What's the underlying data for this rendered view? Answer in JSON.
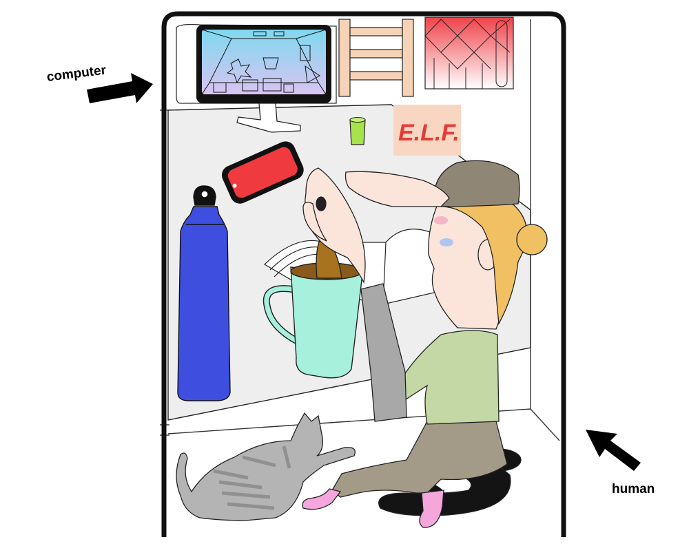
{
  "annotations": {
    "computer_label": "computer",
    "human_label": "human"
  },
  "wall_sign": {
    "text": "E.L.F."
  },
  "colors": {
    "frame": "#111111",
    "floor": "#eeeeee",
    "monitor_screen_top": "#7fd8ef",
    "monitor_screen_bottom": "#d9c4f2",
    "ladder": "#f6d2b6",
    "red_panel": "#f0424a",
    "elf_sign_bg": "#f8d6c1",
    "elf_sign_text": "#e63a36",
    "phone_case": "#ef3a3f",
    "bottle": "#3e4fe0",
    "mug": "#a6f0dc",
    "coffee": "#8a5a1a",
    "cup_green": "#a7e34a",
    "shirt": "#c3d8a4",
    "pants": "#a39a88",
    "sleeve": "#a8a8a8",
    "hair": "#f0c063",
    "helmet": "#8f8676",
    "skin": "#fbe5db",
    "socks": "#f5a6dc",
    "stool": "#141414",
    "cat": "#b4b4b4"
  }
}
